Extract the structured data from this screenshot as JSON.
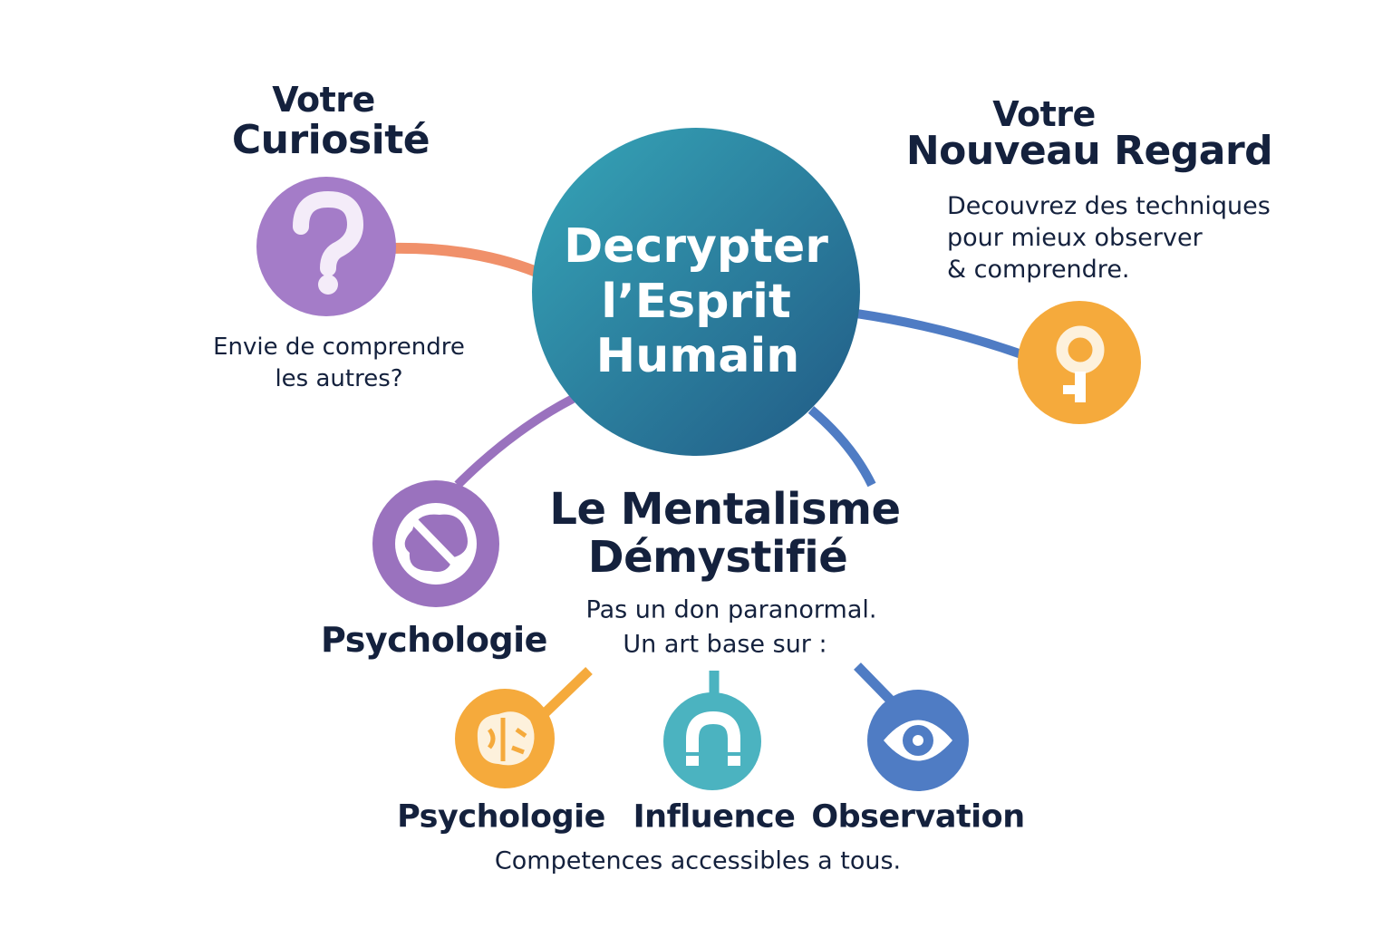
{
  "center": {
    "line1": "Decrypter",
    "line2": "l’Esprit",
    "line3": "Humain"
  },
  "curiosity": {
    "title1": "Votre",
    "title2": "Curiosité",
    "caption1": "Envie de comprendre",
    "caption2": "les autres?",
    "icon": "question-mark-icon"
  },
  "regard": {
    "title1": "Votre",
    "title2": "Nouveau Regard",
    "desc1": "Decouvrez des techniques",
    "desc2": "pour mieux observer",
    "desc3": "& comprendre.",
    "icon": "key-icon"
  },
  "psychology_ban": {
    "label": "Psychologie",
    "icon": "no-brain-icon"
  },
  "mentalism": {
    "title1": "Le Mentalisme",
    "title2": "Démystifié",
    "sub1": "Pas un don paranormal.",
    "sub2": "Un art base sur :"
  },
  "skills": [
    {
      "label": "Psychologie",
      "icon": "brain-icon",
      "color": "#f5aa3c"
    },
    {
      "label": "Influence",
      "icon": "magnet-icon",
      "color": "#4bb3c0"
    },
    {
      "label": "Observation",
      "icon": "eye-icon",
      "color": "#4f7cc4"
    }
  ],
  "footer": "Competences accessibles a tous.",
  "colors": {
    "text": "#14213d",
    "purple": "#a47cc8",
    "orange": "#f5aa3c",
    "teal": "#2a8aa8",
    "blue": "#4f7cc4"
  }
}
